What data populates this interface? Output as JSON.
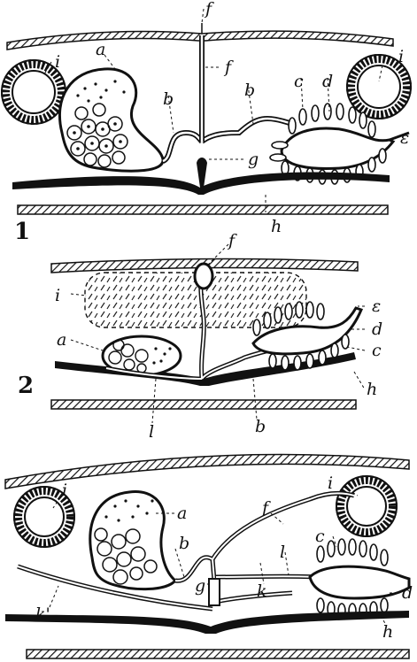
{
  "panels": [
    {
      "number": "1",
      "labels": {
        "a": "a",
        "b1": "b",
        "b2": "b",
        "c": "c",
        "d": "d",
        "e": "ε",
        "f1": "f",
        "f2": "f",
        "g": "g",
        "h": "h",
        "i1": "i",
        "i2": "i"
      }
    },
    {
      "number": "2",
      "labels": {
        "a": "a",
        "b": "b",
        "c": "c",
        "d": "d",
        "e": "ε",
        "f": "f",
        "h": "h",
        "i": "i",
        "l": "l"
      }
    },
    {
      "number": "",
      "labels": {
        "a": "a",
        "b": "b",
        "c": "c",
        "d": "d",
        "f": "f",
        "g": "g",
        "h": "h",
        "i1": "i",
        "i2": "i",
        "k1": "k",
        "k2": "k'",
        "l": "l"
      }
    }
  ],
  "colors": {
    "ink": "#111111",
    "paper": "#ffffff"
  }
}
